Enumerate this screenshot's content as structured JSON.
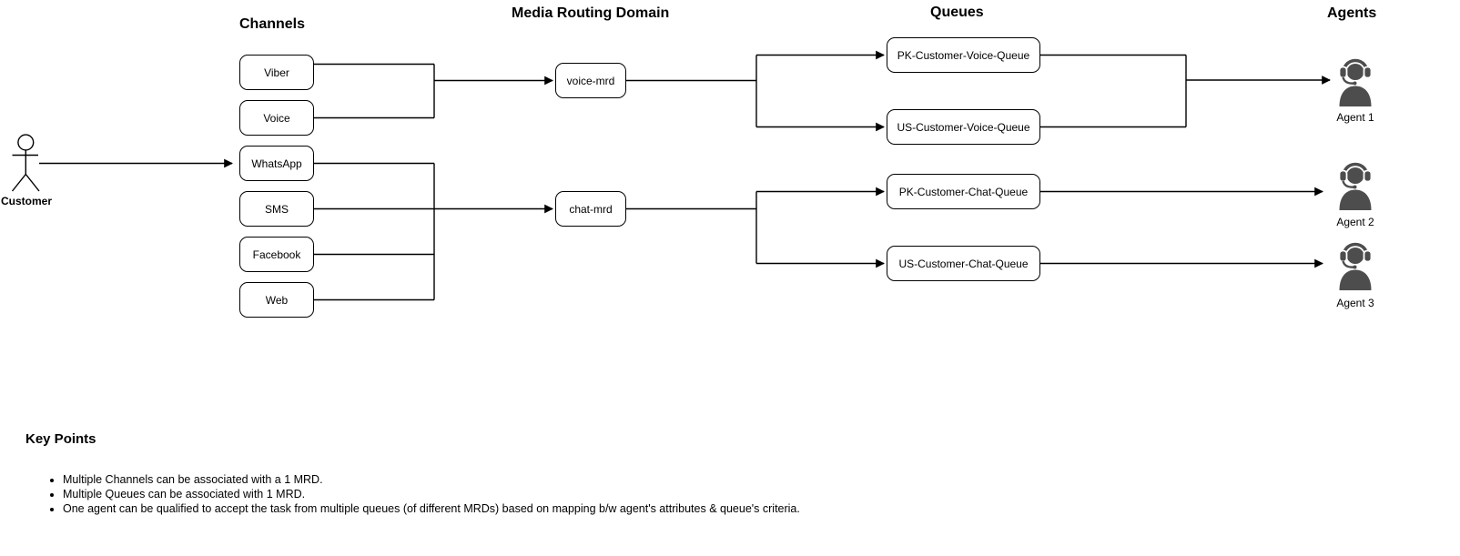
{
  "diagram": {
    "headers": {
      "channels": "Channels",
      "media_routing_domain": "Media Routing Domain",
      "queues": "Queues",
      "agents": "Agents"
    },
    "customer": {
      "label": "Customer"
    },
    "channels": [
      {
        "label": "Viber"
      },
      {
        "label": "Voice"
      },
      {
        "label": "WhatsApp"
      },
      {
        "label": "SMS"
      },
      {
        "label": "Facebook"
      },
      {
        "label": "Web"
      }
    ],
    "mrds": [
      {
        "label": "voice-mrd"
      },
      {
        "label": "chat-mrd"
      }
    ],
    "queues": [
      {
        "label": "PK-Customer-Voice-Queue"
      },
      {
        "label": "US-Customer-Voice-Queue"
      },
      {
        "label": "PK-Customer-Chat-Queue"
      },
      {
        "label": "US-Customer-Chat-Queue"
      }
    ],
    "agents": [
      {
        "label": "Agent 1"
      },
      {
        "label": "Agent 2"
      },
      {
        "label": "Agent 3"
      }
    ],
    "colors": {
      "line": "#000000",
      "box_border": "#000000",
      "box_fill": "#ffffff",
      "agent_icon": "#4d4d4d"
    }
  },
  "key_points": {
    "title": "Key Points",
    "bullets": [
      "Multiple Channels can be associated with a 1 MRD.",
      "Multiple Queues can be associated with 1 MRD.",
      "One agent can be qualified to accept the task from multiple queues (of different MRDs) based on mapping b/w agent's attributes & queue's criteria."
    ]
  }
}
